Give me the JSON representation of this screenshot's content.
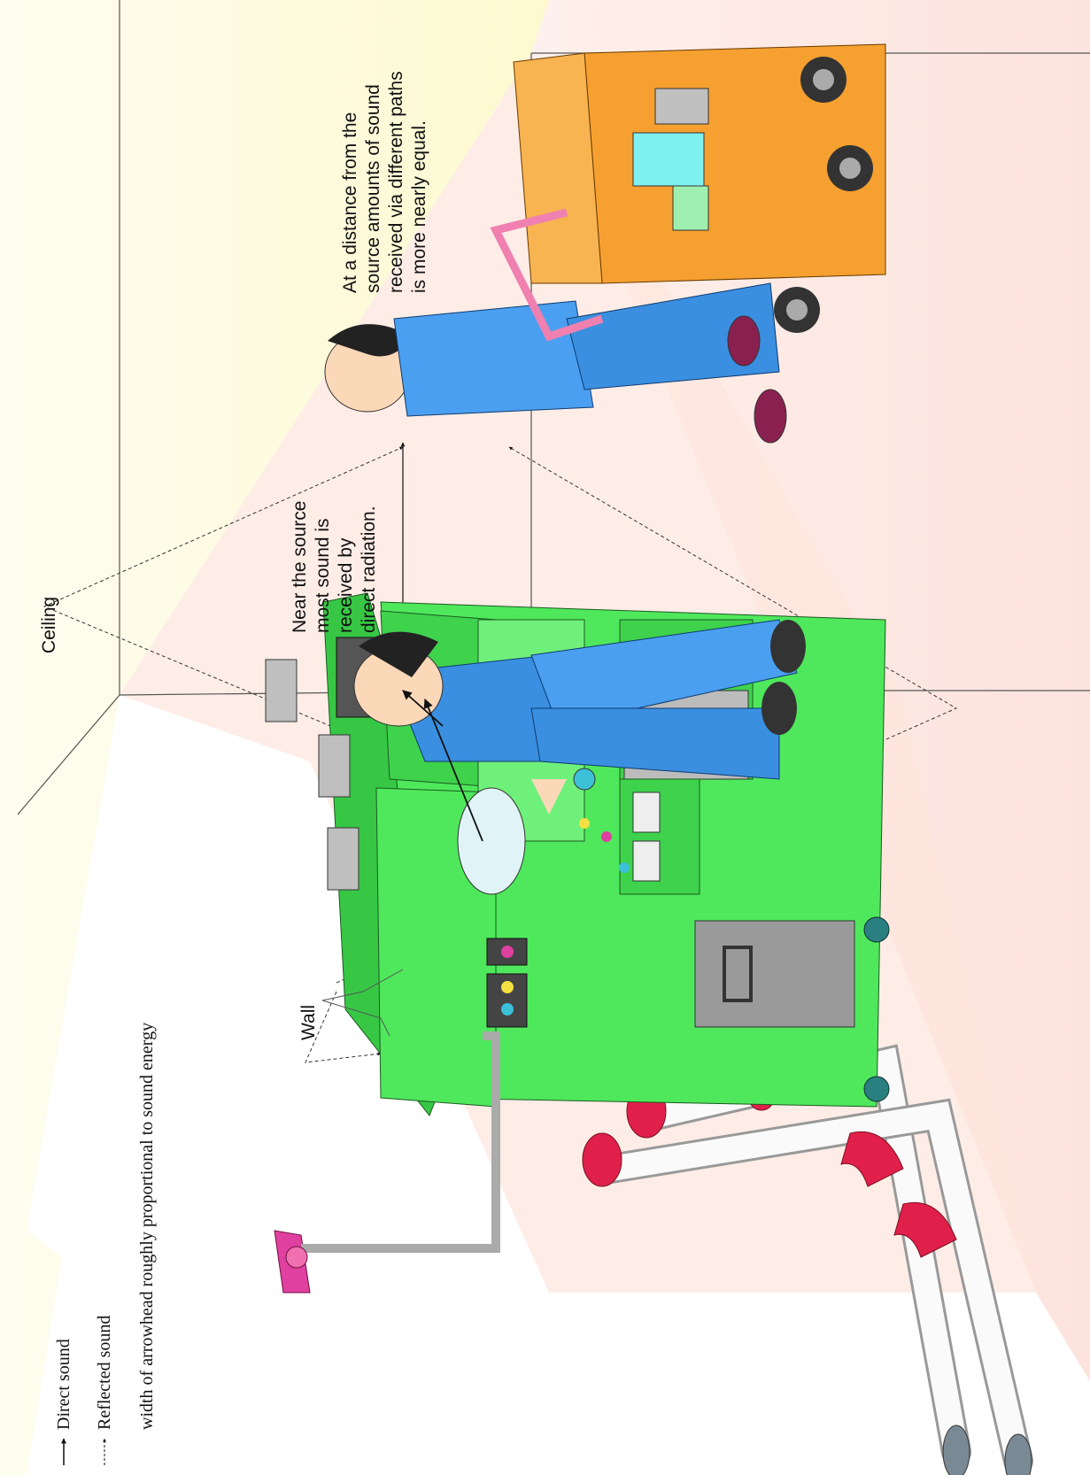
{
  "labels": {
    "ceiling": "Ceiling",
    "wall": "Wall",
    "near_source": [
      "Near the source",
      "most sound is",
      "received by",
      "direct radiation."
    ],
    "far_source": [
      "At a distance from the",
      "source amounts of sound",
      "received via different paths",
      "is more nearly equal."
    ]
  },
  "legend": {
    "direct": "Direct sound",
    "reflected": "Reflected sound",
    "note": "width of arrowhead roughly proportional to sound energy"
  },
  "colors": {
    "machine": "#4fe85c",
    "pipe_red": "#e0204a",
    "worker_blue": "#3a8fe0",
    "cart": "#f5a030",
    "floor": "#fde4dc",
    "wall": "#fdfbd8"
  }
}
